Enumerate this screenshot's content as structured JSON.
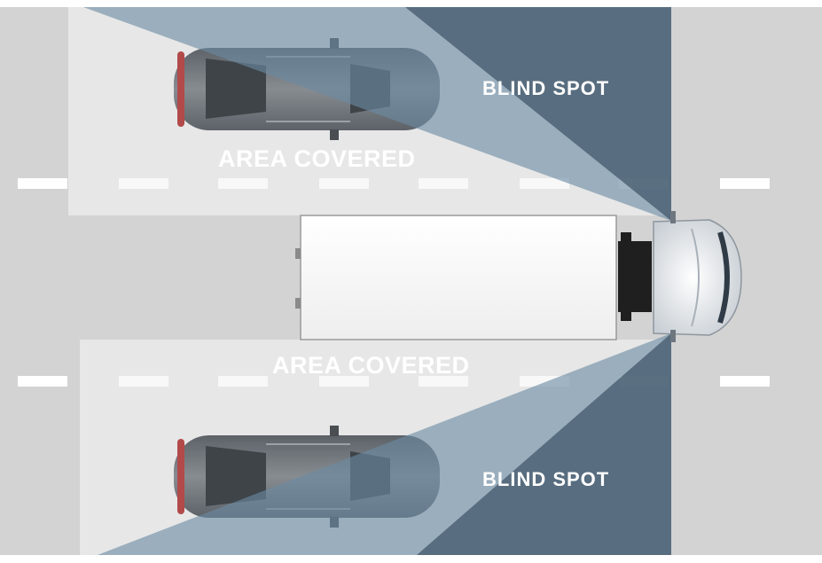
{
  "labels": {
    "blind_spot_top": "BLIND SPOT",
    "area_covered_top": "AREA COVERED",
    "area_covered_bottom": "AREA COVERED",
    "blind_spot_bottom": "BLIND SPOT"
  },
  "colors": {
    "road": "#d3d3d3",
    "lane_marking": "#ffffff",
    "blind_spot": "#4f6577",
    "sensor_cone": "#6b8aa3",
    "area_covered": "#ececec",
    "trailer": "#f7f7f7",
    "car_body": "#6f7479"
  }
}
